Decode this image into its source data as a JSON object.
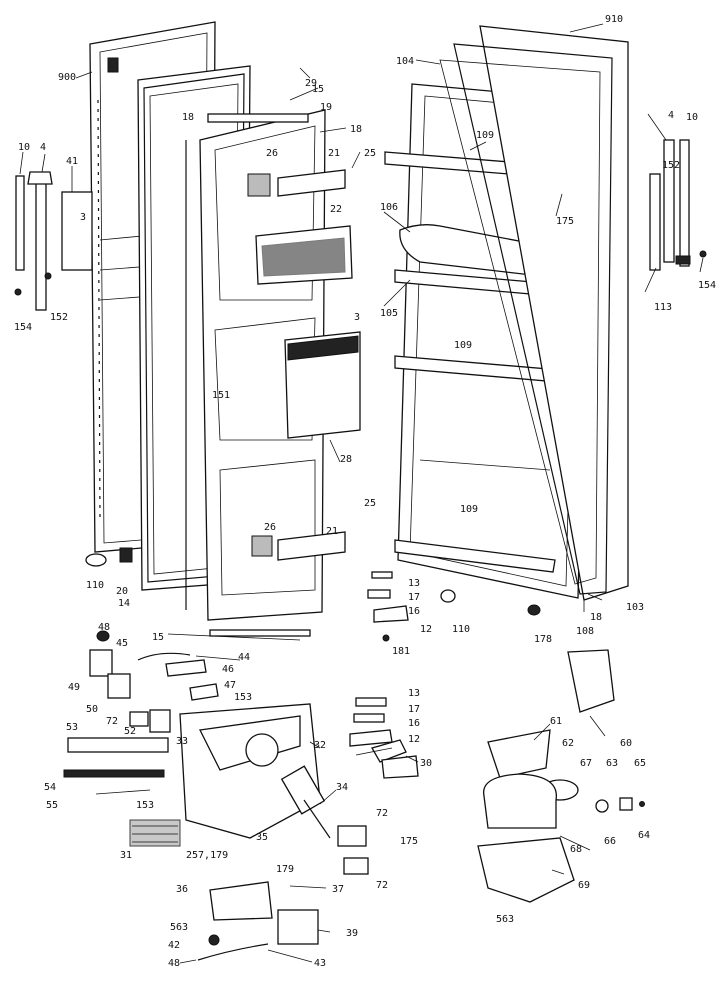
{
  "labels": {
    "l910": "910",
    "l104": "104",
    "l900": "900",
    "l29": "29",
    "l15a": "15",
    "l19": "19",
    "l18a": "18",
    "l18b": "18",
    "l26a": "26",
    "l21a": "21",
    "l25a": "25",
    "l22": "22",
    "l10a": "10",
    "l4a": "4",
    "l41": "41",
    "l3a": "3",
    "l152a": "152",
    "l154a": "154",
    "l109a": "109",
    "l106": "106",
    "l175a": "175",
    "l105": "105",
    "l109b": "109",
    "l4b": "4",
    "l10b": "10",
    "l152b": "152",
    "l154b": "154",
    "l113": "113",
    "l3b": "3",
    "l151": "151",
    "l28": "28",
    "l26b": "26",
    "l21b": "21",
    "l25b": "25",
    "l110a": "110",
    "l20": "20",
    "l14": "14",
    "l109c": "109",
    "l13a": "13",
    "l17a": "17",
    "l16a": "16",
    "l12a": "12",
    "l181": "181",
    "l110b": "110",
    "l178": "178",
    "l108": "108",
    "l18c": "18",
    "l103": "103",
    "l15b": "15",
    "l48a": "48",
    "l45": "45",
    "l44": "44",
    "l46": "46",
    "l47": "47",
    "l49": "49",
    "l153a": "153",
    "l50": "50",
    "l72a": "72",
    "l52": "52",
    "l53": "53",
    "l33": "33",
    "l32": "32",
    "l54": "54",
    "l55": "55",
    "l153b": "153",
    "l31": "31",
    "l13b": "13",
    "l17b": "17",
    "l16b": "16",
    "l12b": "12",
    "l30": "30",
    "l34": "34",
    "l35": "35",
    "l72b": "72",
    "l175b": "175",
    "l72c": "72",
    "l257": "257,179",
    "l179": "179",
    "l36": "36",
    "l37": "37",
    "l563a": "563",
    "l42": "42",
    "l39": "39",
    "l48b": "48",
    "l43": "43",
    "l60": "60",
    "l61": "61",
    "l62": "62",
    "l67": "67",
    "l63": "63",
    "l65": "65",
    "l66": "66",
    "l64": "64",
    "l68": "68",
    "l69": "69",
    "l563b": "563"
  },
  "colors": {
    "ink": "#111111",
    "paper": "#ffffff"
  }
}
